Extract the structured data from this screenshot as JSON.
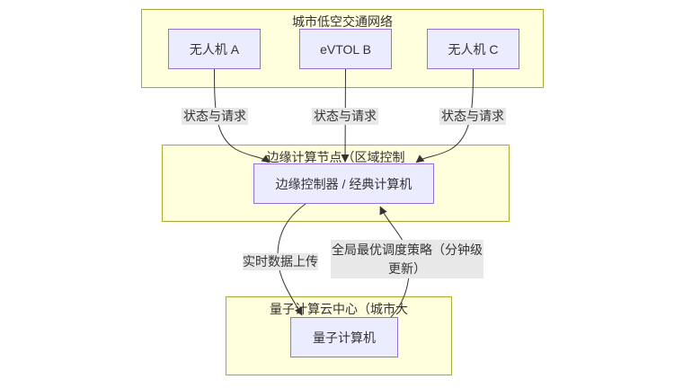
{
  "diagram": {
    "clusters": {
      "top_title": "城市低空交通网络",
      "middle_title": "边缘计算节点（区域控制",
      "bottom_title": "量子计算云中心（城市大"
    },
    "nodes": {
      "drone_a": "无人机 A",
      "evtol_b": "eVTOL B",
      "drone_c": "无人机 C",
      "edge_controller": "边缘控制器 / 经典计算机",
      "quantum_computer": "量子计算机"
    },
    "edges": {
      "status_a": "状态与请求",
      "status_b": "状态与请求",
      "status_c": "状态与请求",
      "realtime_upload": "实时数据上传",
      "global_schedule": "全局最优调度策略（分钟级更新）"
    },
    "colors": {
      "cluster_fill": "#ffffde",
      "cluster_border": "#aaaa33",
      "node_fill": "#ECECFF",
      "node_border": "#9370DB",
      "edge_label_bg": "#e8e8e8",
      "line": "#333333",
      "text": "#333333"
    }
  }
}
